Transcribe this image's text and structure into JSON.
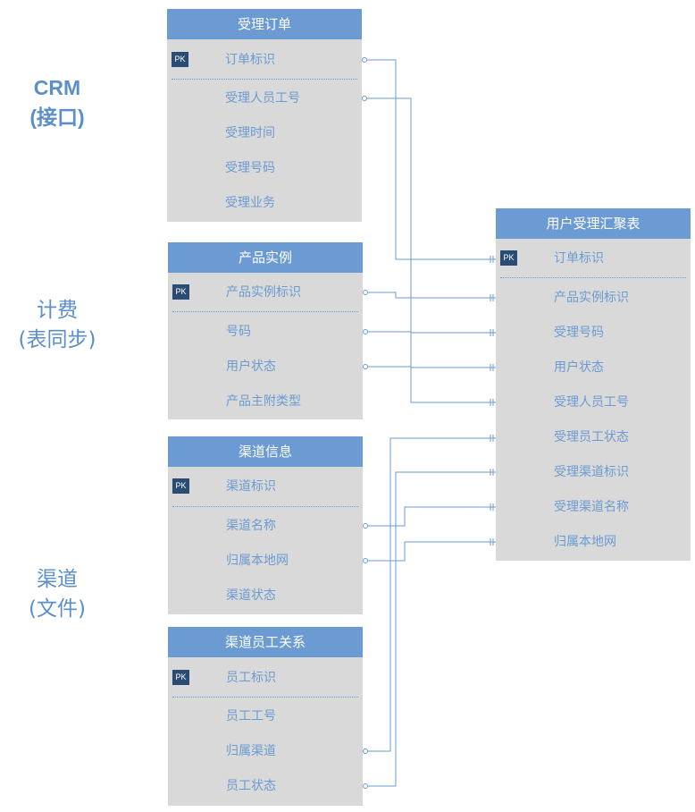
{
  "side_labels": {
    "crm": [
      "CRM",
      "(接口)"
    ],
    "billing": [
      "计费",
      "(表同步)"
    ],
    "channel": [
      "渠道",
      "(文件)"
    ]
  },
  "pk_label": "PK",
  "tables": {
    "accept_order": {
      "title": "受理订单",
      "pk_field": "订单标识",
      "fields": [
        "受理人员工号",
        "受理时间",
        "受理号码",
        "受理业务"
      ]
    },
    "product_instance": {
      "title": "产品实例",
      "pk_field": "产品实例标识",
      "fields": [
        "号码",
        "用户状态",
        "产品主附类型"
      ]
    },
    "channel_info": {
      "title": "渠道信息",
      "pk_field": "渠道标识",
      "fields": [
        "渠道名称",
        "归属本地网",
        "渠道状态"
      ]
    },
    "channel_staff": {
      "title": "渠道员工关系",
      "pk_field": "员工标识",
      "fields": [
        "员工工号",
        "归属渠道",
        "员工状态"
      ]
    },
    "summary": {
      "title": "用户受理汇聚表",
      "pk_field": "订单标识",
      "fields": [
        "产品实例标识",
        "受理号码",
        "用户状态",
        "受理人员工号",
        "受理员工状态",
        "受理渠道标识",
        "受理渠道名称",
        "归属本地网"
      ]
    }
  },
  "colors": {
    "header": "#6b9bd2",
    "body": "#d9d9d9",
    "text": "#6b9bd2",
    "pk": "#2a4b74",
    "side": "#5b8fc9"
  }
}
